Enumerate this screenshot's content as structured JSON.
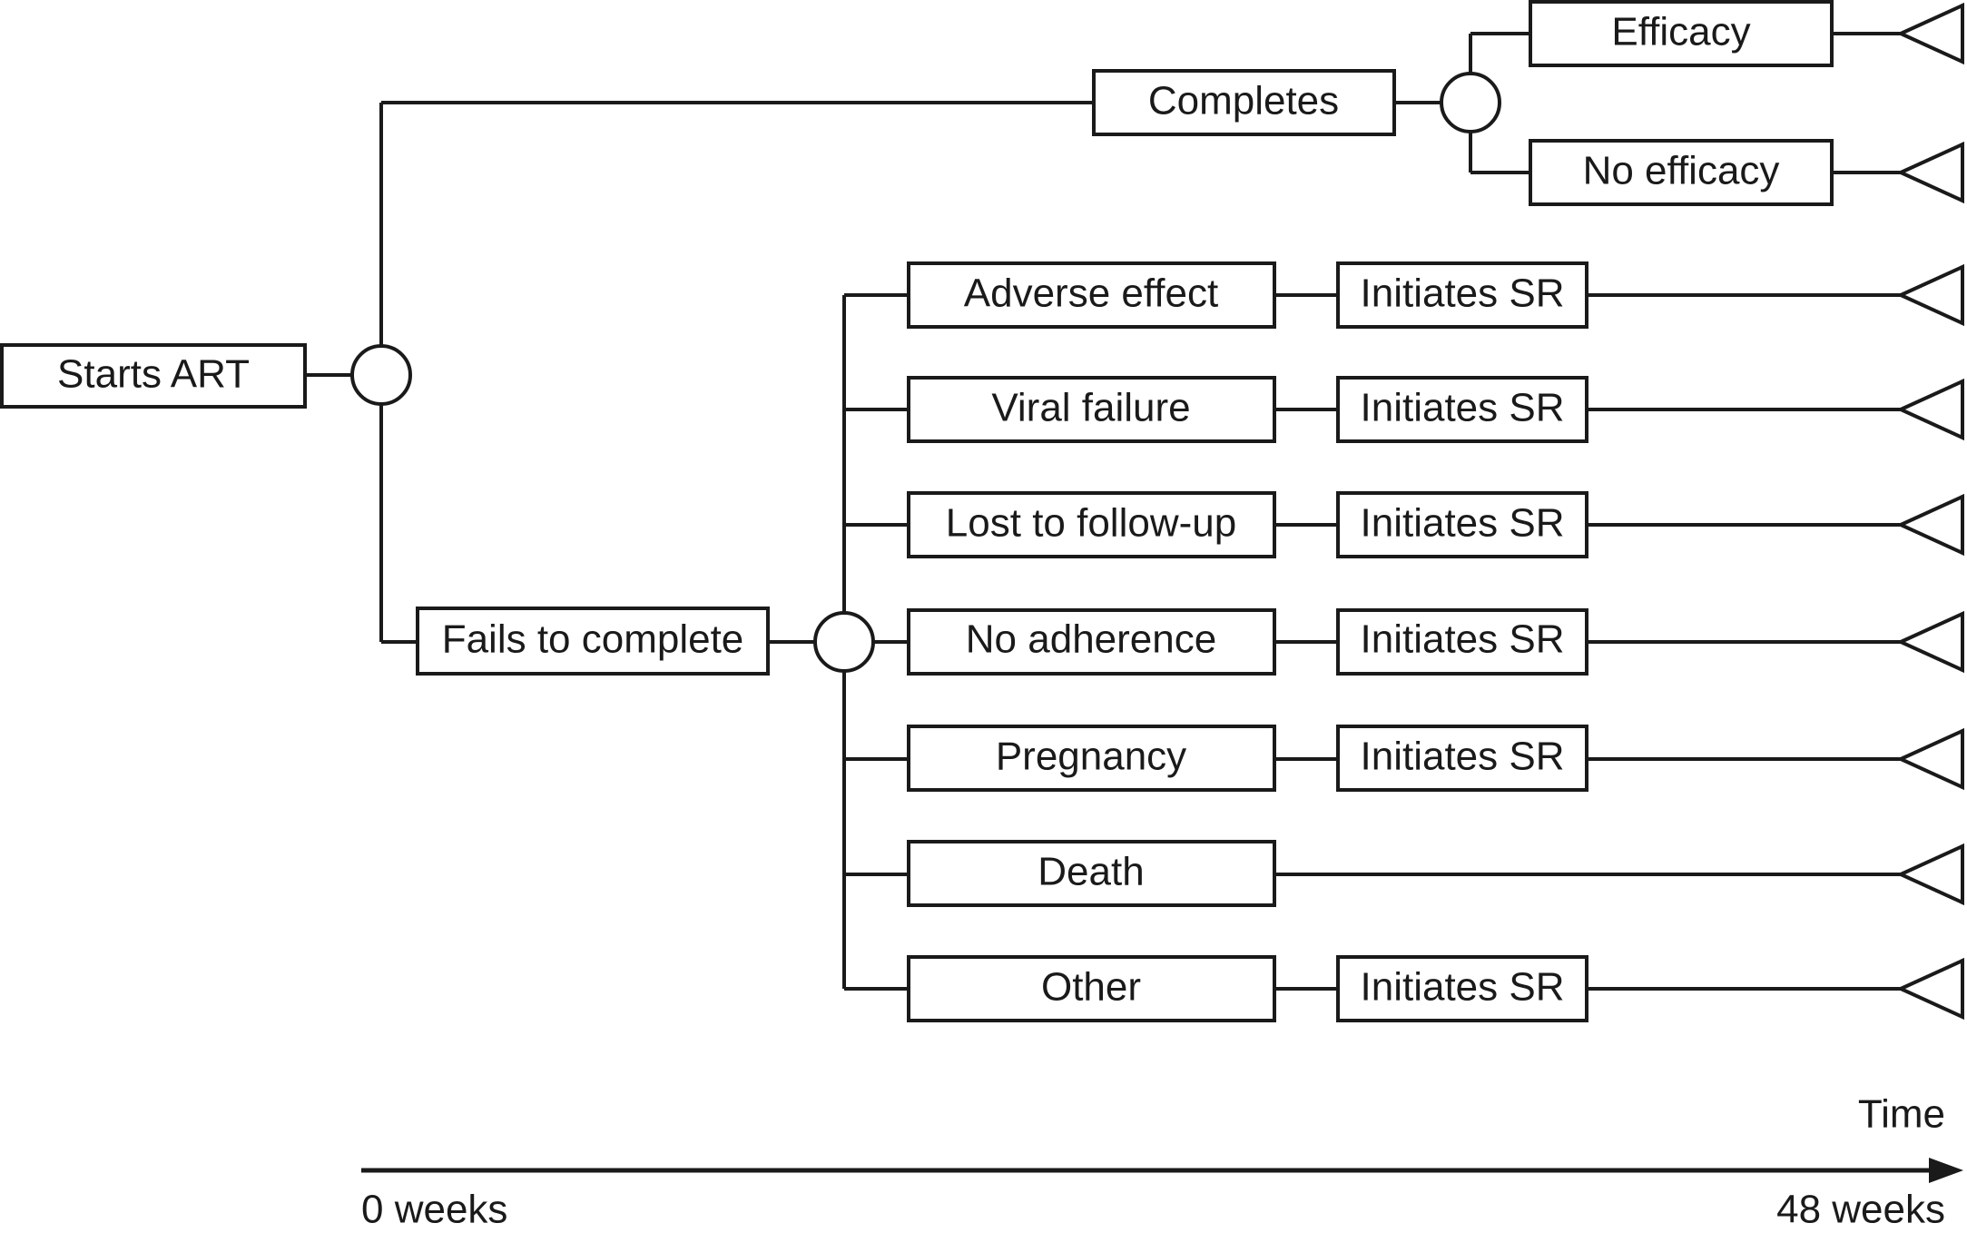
{
  "root": {
    "label": "Starts ART"
  },
  "branch_completes": {
    "label": "Completes",
    "outcomes": [
      {
        "label": "Efficacy"
      },
      {
        "label": "No efficacy"
      }
    ]
  },
  "branch_fails": {
    "label": "Fails to complete",
    "reasons": [
      {
        "label": "Adverse effect",
        "next": "Initiates SR"
      },
      {
        "label": "Viral failure",
        "next": "Initiates SR"
      },
      {
        "label": "Lost to follow-up",
        "next": "Initiates SR"
      },
      {
        "label": "No adherence",
        "next": "Initiates SR"
      },
      {
        "label": "Pregnancy",
        "next": "Initiates SR"
      },
      {
        "label": "Death",
        "next": ""
      },
      {
        "label": "Other",
        "next": "Initiates SR"
      }
    ]
  },
  "time_axis": {
    "title": "Time",
    "start_label": "0 weeks",
    "end_label": "48 weeks"
  }
}
